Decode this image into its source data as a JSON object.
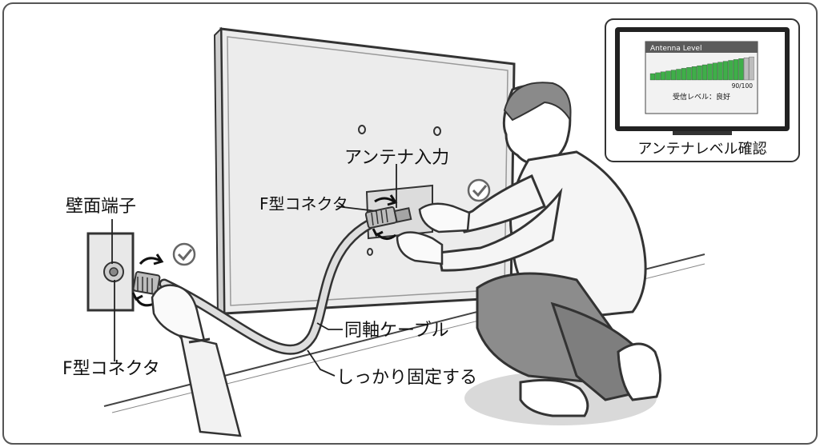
{
  "labels": {
    "wall_terminal": "壁面端子",
    "f_connector_left": "F型コネクタ",
    "antenna_input": "アンテナ入力",
    "f_connector_right": "F型コネクタ",
    "coax_cable": "同軸ケーブル",
    "secure_firmly": "しっかり固定する"
  },
  "inset": {
    "caption": "アンテナレベル確認",
    "screen_title": "Antenna Level",
    "level_text": "90/100",
    "level_value": 90,
    "level_max": 100,
    "status_text": "受信レベル：良好"
  },
  "colors": {
    "level_green": "#3fae49",
    "level_gray": "#bdbdbd",
    "screen_header": "#5b5b5b"
  },
  "icons": [
    "check-icon",
    "rotate-arrows-icon"
  ]
}
